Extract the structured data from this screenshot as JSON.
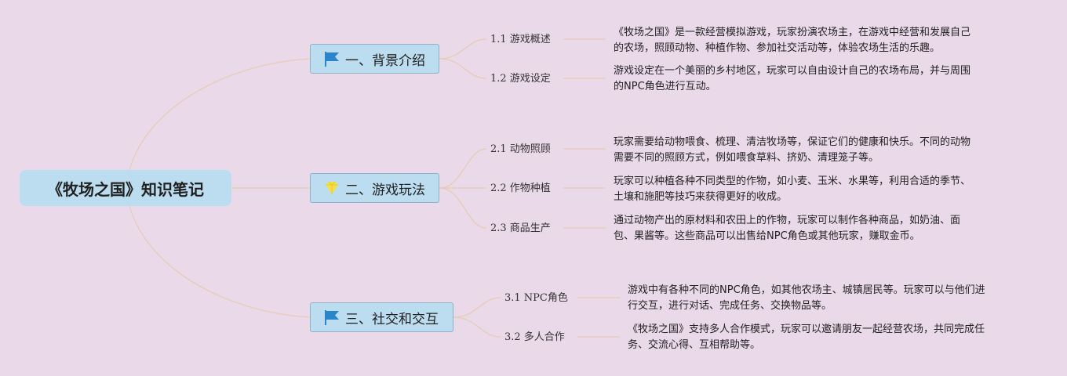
{
  "root": {
    "title": "《牧场之国》知识笔记"
  },
  "colors": {
    "background": "#ead9e8",
    "node_fill": "#bcdcf0",
    "connector": "#e6cbb0",
    "flag_icon": "#2a86c9",
    "diamond_icon": "#f4e04a"
  },
  "branches": [
    {
      "label": "一、背景介绍",
      "icon": "flag-icon",
      "items": [
        {
          "label": "1.1 游戏概述",
          "desc": [
            "《牧场之国》是一款经营模拟游戏，玩家扮演农场主，在游戏中经营和发展自己",
            "的农场，照顾动物、种植作物、参加社交活动等，体验农场生活的乐趣。"
          ]
        },
        {
          "label": "1.2 游戏设定",
          "desc": [
            "游戏设定在一个美丽的乡村地区，玩家可以自由设计自己的农场布局，并与周围",
            "的NPC角色进行互动。"
          ]
        }
      ]
    },
    {
      "label": "二、游戏玩法",
      "icon": "diamond-icon",
      "items": [
        {
          "label": "2.1 动物照顾",
          "desc": [
            "玩家需要给动物喂食、梳理、清洁牧场等，保证它们的健康和快乐。不同的动物",
            "需要不同的照顾方式，例如喂食草料、挤奶、清理笼子等。"
          ]
        },
        {
          "label": "2.2 作物种植",
          "desc": [
            "玩家可以种植各种不同类型的作物，如小麦、玉米、水果等，利用合适的季节、",
            "土壤和施肥等技巧来获得更好的收成。"
          ]
        },
        {
          "label": "2.3 商品生产",
          "desc": [
            "通过动物产出的原材料和农田上的作物，玩家可以制作各种商品，如奶油、面",
            "包、果酱等。这些商品可以出售给NPC角色或其他玩家，赚取金币。"
          ]
        }
      ]
    },
    {
      "label": "三、社交和交互",
      "icon": "flag-icon",
      "items": [
        {
          "label": "3.1 NPC角色",
          "desc": [
            "游戏中有各种不同的NPC角色，如其他农场主、城镇居民等。玩家可以与他们进",
            "行交互，进行对话、完成任务、交换物品等。"
          ]
        },
        {
          "label": "3.2 多人合作",
          "desc": [
            "《牧场之国》支持多人合作模式，玩家可以邀请朋友一起经营农场，共同完成任",
            "务、交流心得、互相帮助等。"
          ]
        }
      ]
    }
  ]
}
